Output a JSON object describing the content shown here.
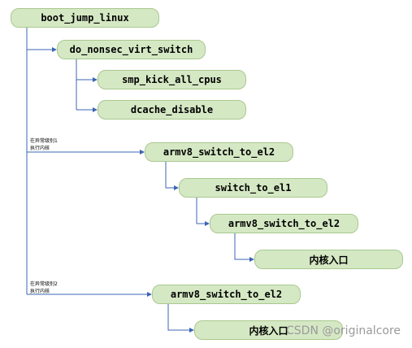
{
  "nodes": {
    "boot_jump_linux": "boot_jump_linux",
    "do_nonsec_virt_switch": "do_nonsec_virt_switch",
    "smp_kick_all_cpus": "smp_kick_all_cpus",
    "dcache_disable": "dcache_disable",
    "armv8_switch_to_el2_a": "armv8_switch_to_el2",
    "switch_to_el1": "switch_to_el1",
    "armv8_switch_to_el2_b": "armv8_switch_to_el2",
    "kernel_entry_a": "内核入口",
    "armv8_switch_to_el2_c": "armv8_switch_to_el2",
    "kernel_entry_b": "内核入口"
  },
  "notes": {
    "note_1_line1": "在异常级别1",
    "note_1_line2": "执行内核",
    "note_2_line1": "在异常级别2",
    "note_2_line2": "执行内核"
  },
  "watermark": "CSDN @originalcore",
  "colors": {
    "node_fill": "#d5e8c4",
    "node_border": "#a9c98f",
    "edge": "#3c64b4"
  }
}
